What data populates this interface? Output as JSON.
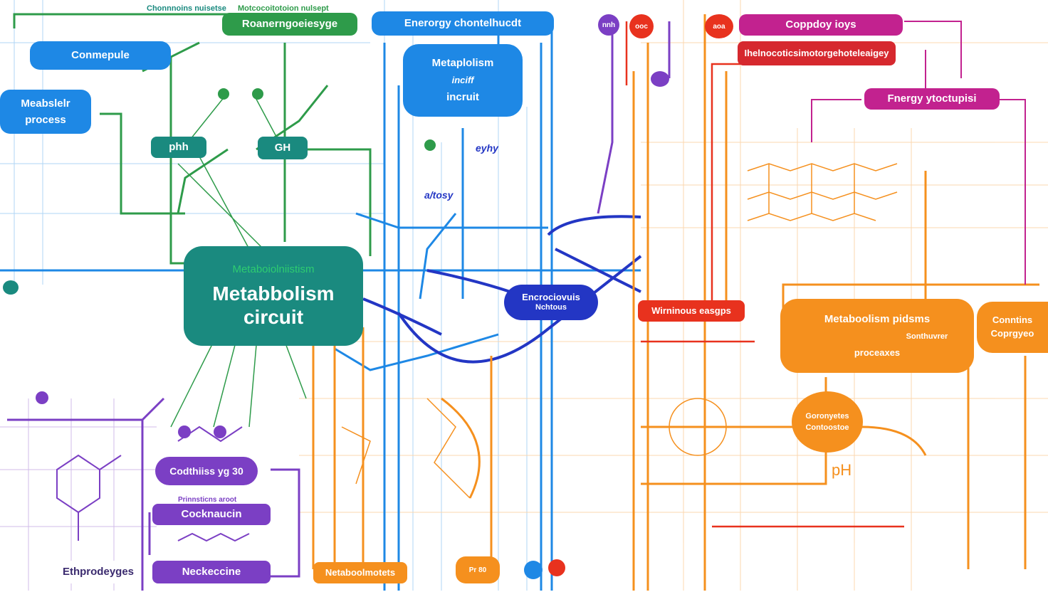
{
  "colors": {
    "teal": "#1a8a7f",
    "blue": "#1e88e5",
    "darkblue": "#2336c4",
    "green": "#2e9b4a",
    "purple": "#7b3fc4",
    "orange": "#f5901e",
    "red": "#e8321e",
    "magenta": "#c2228f"
  },
  "diagram": {
    "center": {
      "line1": "Metabbolism",
      "line2": "circuit",
      "subtitle": "Metaboiolniistism"
    },
    "top_caption": "Chonnnoins nuisetse",
    "top_caption2": "Motcocoitotoion nulsept",
    "nodes": {
      "green_top": "Roanerngoeiesyge",
      "blue_top": "Enerorgy chontelhucdt",
      "compute": "Conmepule",
      "metabolism_process_l1": "Meabslelr",
      "metabolism_process_l2": "process",
      "phh": "phh",
      "gh": "GH",
      "metabolism_blue_l1": "Metaplolism",
      "metabolism_blue_l2": "inciff",
      "metabolism_blue_l3": "incruit",
      "blue_script1": "eyhy",
      "blue_script2": "a/tosy",
      "nucleus_l1": "Encrociovuis",
      "nucleus_l2": "Nchtous",
      "red_mid": "Wirninous easgps",
      "orange_big_l1": "Metaboolism pidsms",
      "orange_big_l2": "Sonthuvrer",
      "orange_big_l3": "proceaxes",
      "orange_right_l1": "Conntins",
      "orange_right_l2": "Coprgyeo",
      "orange_circle_l1": "Goronyetes",
      "orange_circle_l2": "Contoostoe",
      "ph": "pH",
      "magenta_top": "Coppdoy ioys",
      "red_top": "Ihelnocoticsimotorgehoteleaigey",
      "magenta_right": "Fnergy ytoctupisi",
      "purple_cond": "Codthiiss yg 30",
      "purple_small": "Prinnsticns aroot",
      "purple_cock": "Cocknaucin",
      "purple_neck": "Neckeccine",
      "purple_etr": "Ethprodeyges",
      "orange_bottom": "Netaboolmotets",
      "dot_ooe1": "ooc",
      "dot_ooe2": "aoa",
      "dot_nnh": "nnh",
      "dot_pr": "Pr 80"
    }
  }
}
